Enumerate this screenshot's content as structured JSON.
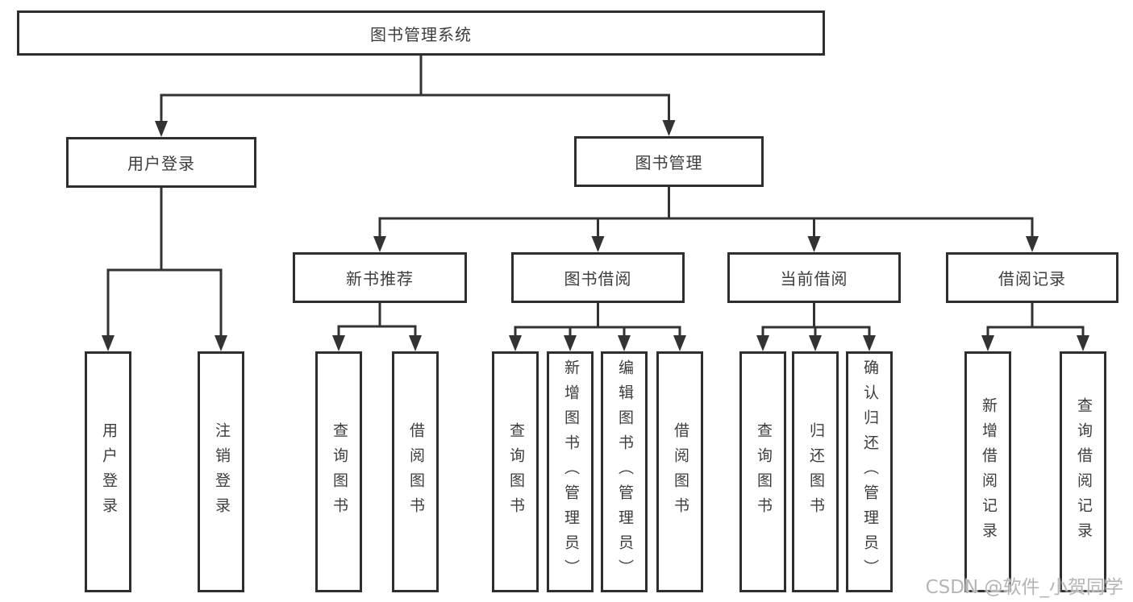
{
  "diagram": {
    "root": {
      "label": "图书管理系统"
    },
    "level2": [
      {
        "label": "用户登录"
      },
      {
        "label": "图书管理"
      }
    ],
    "level3": [
      {
        "label": "新书推荐"
      },
      {
        "label": "图书借阅"
      },
      {
        "label": "当前借阅"
      },
      {
        "label": "借阅记录"
      }
    ],
    "leaves": {
      "user_login": [
        "用户登录",
        "注销登录"
      ],
      "new_book_recommend": [
        "查询图书",
        "借阅图书"
      ],
      "book_borrow": [
        "查询图书",
        "新增图书（管理员）",
        "编辑图书（管理员）",
        "借阅图书"
      ],
      "current_borrow": [
        "查询图书",
        "归还图书",
        "确认归还（管理员）"
      ],
      "borrow_records": [
        "新增借阅记录",
        "查询借阅记录"
      ]
    },
    "watermark": "CSDN @软件_小贺同学",
    "colors": {
      "line": "#333333",
      "box_border": "#2e2e2e",
      "text": "#3d3d3d",
      "watermark": "#b5b5b5",
      "background": "#ffffff"
    }
  }
}
